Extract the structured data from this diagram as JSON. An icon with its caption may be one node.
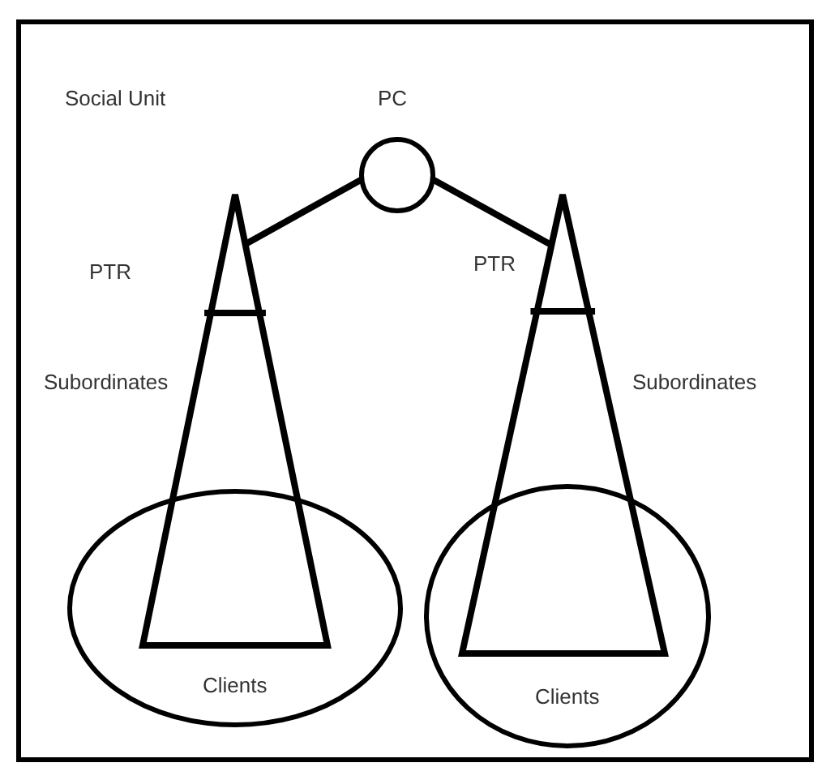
{
  "diagram": {
    "nodes": [
      {
        "text": [
          "Social Unit"
        ]
      },
      {
        "text": [
          "PC"
        ],
        "in": 0
      },
      {
        "text": [],
        "shape": "triangle",
        "in": 0,
        "beside": [
          "PTR",
          "Subordinates"
        ]
      },
      {
        "text": [
          "Clients"
        ],
        "in": 0
      },
      {
        "text": [],
        "shape": "triangle",
        "in": 0,
        "beside": [
          "PTR",
          "Subordinates"
        ]
      },
      {
        "text": [
          "Clients"
        ],
        "in": 0
      }
    ],
    "edges": [
      {
        "from": 1,
        "to": 2,
        "arrow": "none"
      },
      {
        "from": 1,
        "to": 4,
        "arrow": "none"
      }
    ]
  }
}
